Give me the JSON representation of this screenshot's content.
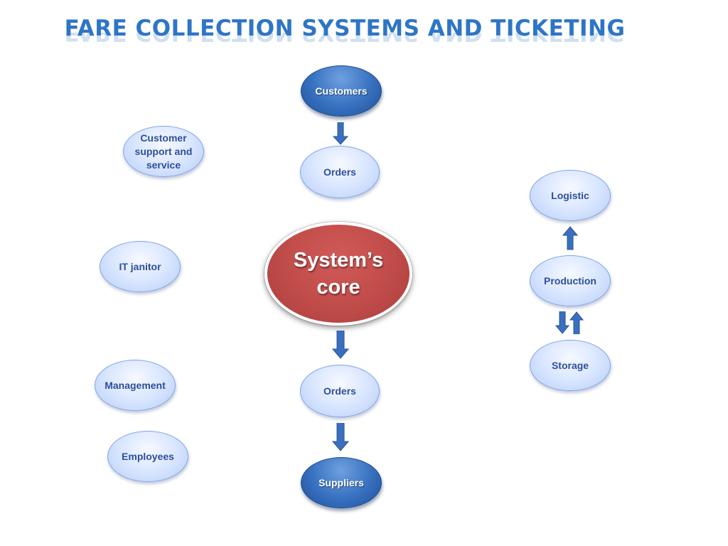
{
  "title": "FARE COLLECTION SYSTEMS AND TICKETING",
  "nodes": {
    "customers": "Customers",
    "orders_top": "Orders",
    "core_line1": "System’s",
    "core_line2": "core",
    "orders_bottom": "Orders",
    "suppliers": "Suppliers",
    "customer_support_line1": "Customer",
    "customer_support_line2": "support and",
    "customer_support_line3": "service",
    "it_janitor": "IT janitor",
    "management": "Management",
    "employees": "Employees",
    "logistic": "Logistic",
    "production": "Production",
    "storage": "Storage"
  },
  "colors": {
    "title": "#2e75c6",
    "light_node_text": "#2e4f9a",
    "dark_node": "#2f66b5",
    "core": "#c04c4a",
    "arrow": "#3a6fc0"
  },
  "connectors": [
    {
      "from": "customers",
      "to": "orders_top",
      "direction": "down"
    },
    {
      "from": "core",
      "to": "orders_bottom",
      "direction": "down"
    },
    {
      "from": "orders_bottom",
      "to": "suppliers",
      "direction": "down"
    },
    {
      "from": "production",
      "to": "logistic",
      "direction": "up"
    },
    {
      "from": "production",
      "to": "storage",
      "direction": "bidirectional"
    }
  ]
}
